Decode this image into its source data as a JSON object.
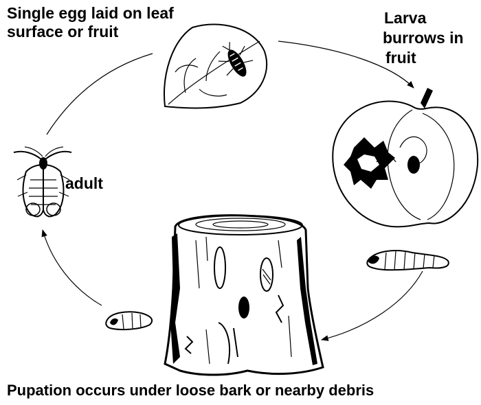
{
  "labels": {
    "egg": [
      "Single egg laid on leaf",
      "surface or fruit"
    ],
    "larva": [
      "Larva",
      "burrows in",
      "fruit"
    ],
    "adult": "adult",
    "pupation": "Pupation occurs under loose bark or nearby debris"
  },
  "icons": [
    "leaf-with-moth-icon",
    "apple-cross-section-icon",
    "larva-icon",
    "tree-stump-icon",
    "pupa-cocoon-icon",
    "adult-moth-icon"
  ]
}
